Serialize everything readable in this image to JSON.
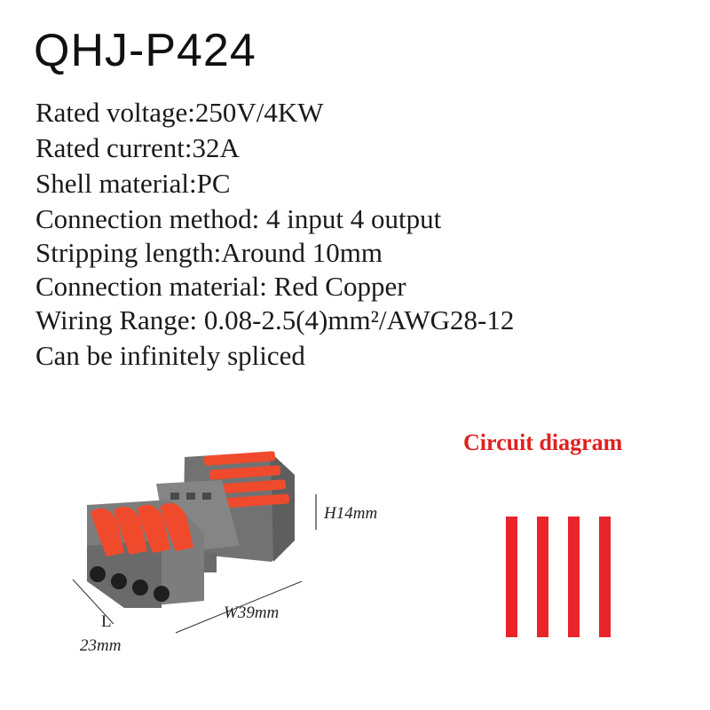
{
  "title": "QHJ-P424",
  "specs": [
    "Rated voltage:250V/4KW",
    "Rated current:32A",
    "Shell material:PC",
    "Connection method: 4 input 4 output",
    "Stripping length:Around 10mm",
    "Connection material: Red Copper",
    "Wiring Range: 0.08-2.5(4)mm²/AWG28-12",
    "Can be infinitely spliced"
  ],
  "circuit_diagram": {
    "label": "Circuit diagram",
    "line_count": 4,
    "color": "#e8252b"
  },
  "dimensions": {
    "height": "H14mm",
    "width": "W39mm",
    "length_letter": "L",
    "length_value": "23mm"
  },
  "colors": {
    "shell": "#7d7d7d",
    "lever": "#f04a2c",
    "text": "#1a1a1a"
  }
}
